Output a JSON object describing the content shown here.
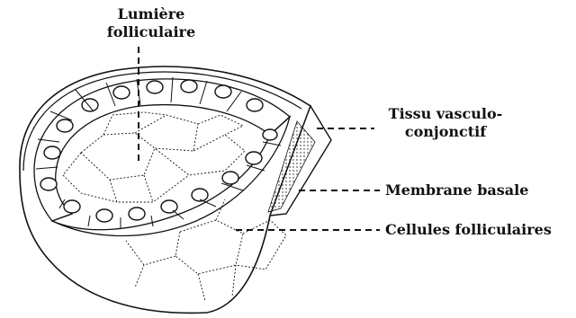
{
  "labels": {
    "lumiere_line1": "Lumière",
    "lumiere_line2": "folliculaire",
    "tissu_line1": "Tissu vasculo-",
    "tissu_line2": "conjonctif",
    "membrane": "Membrane basale",
    "cellules": "Cellules folliculaires"
  },
  "colors": {
    "ink": "#111111",
    "background": "#ffffff"
  }
}
